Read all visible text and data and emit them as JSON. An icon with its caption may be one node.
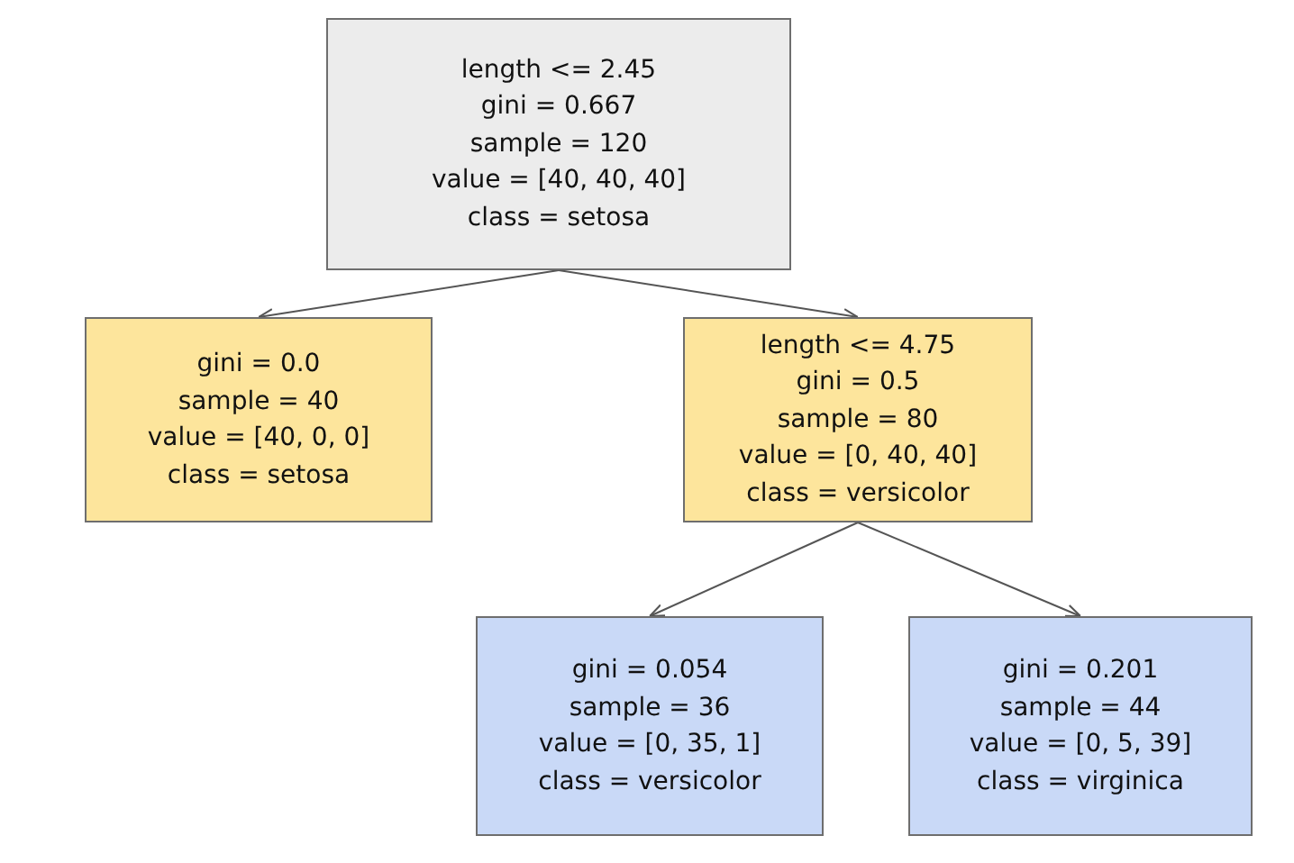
{
  "diagram": {
    "nodes": [
      {
        "text": [
          "length <= 2.45",
          "gini = 0.667",
          "sample = 120",
          "value = [40, 40, 40]",
          "class = setosa"
        ]
      },
      {
        "text": [
          "gini = 0.0",
          "sample = 40",
          "value = [40, 0, 0]",
          "class = setosa"
        ]
      },
      {
        "text": [
          "length <= 4.75",
          "gini = 0.5",
          "sample = 80",
          "value = [0, 40, 40]",
          "class = versicolor"
        ]
      },
      {
        "text": [
          "gini = 0.054",
          "sample = 36",
          "value = [0, 35, 1]",
          "class = versicolor"
        ]
      },
      {
        "text": [
          "gini = 0.201",
          "sample = 44",
          "value = [0, 5, 39]",
          "class = virginica"
        ]
      }
    ],
    "edges": [
      {
        "from": 0,
        "to": 1,
        "arrow": "to"
      },
      {
        "from": 0,
        "to": 2,
        "arrow": "to"
      },
      {
        "from": 2,
        "to": 3,
        "arrow": "to"
      },
      {
        "from": 2,
        "to": 4,
        "arrow": "to"
      }
    ]
  }
}
